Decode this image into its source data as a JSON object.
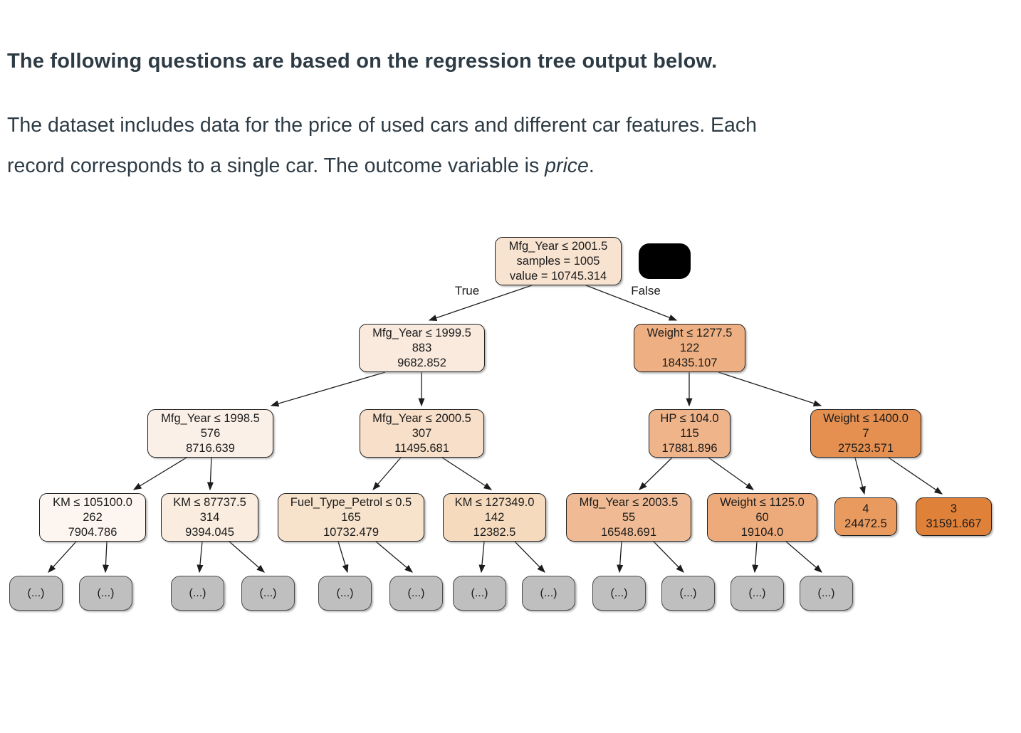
{
  "page": {
    "heading": "The following questions are based on the regression tree output below.",
    "paragraph": {
      "line1": "The dataset includes data for the price of used cars and different car features. Each",
      "line2": "record corresponds to a single car. The outcome variable is ",
      "italic_word": "price",
      "suffix": "."
    }
  },
  "tree": {
    "edge_labels": {
      "true": "True",
      "false": "False"
    },
    "collapsed_label": "(...)",
    "collapsed_count": 12,
    "redacted_box_color": "#000000",
    "nodes": [
      {
        "id": "root",
        "condition": "Mfg_Year ≤ 2001.5",
        "samples": "samples = 1005",
        "value": "value = 10745.314",
        "color": "#f8e3d0",
        "children": [
          "mfg_year_1999_5",
          "weight_1277_5"
        ]
      },
      {
        "id": "mfg_year_1999_5",
        "condition": "Mfg_Year ≤ 1999.5",
        "samples": "883",
        "value": "9682.852",
        "color": "#faeade",
        "children": [
          "mfg_year_1998_5",
          "mfg_year_2000_5"
        ]
      },
      {
        "id": "weight_1277_5",
        "condition": "Weight ≤ 1277.5",
        "samples": "122",
        "value": "18435.107",
        "color": "#eeb083",
        "children": [
          "hp_104_0",
          "weight_1400_0"
        ]
      },
      {
        "id": "mfg_year_1998_5",
        "condition": "Mfg_Year ≤ 1998.5",
        "samples": "576",
        "value": "8716.639",
        "color": "#fbf0e8",
        "children": [
          "km_105100_0",
          "km_87737_5"
        ]
      },
      {
        "id": "mfg_year_2000_5",
        "condition": "Mfg_Year ≤ 2000.5",
        "samples": "307",
        "value": "11495.681",
        "color": "#f7dfc9",
        "children": [
          "fuel_type_petrol_0_5",
          "km_127349_0"
        ]
      },
      {
        "id": "hp_104_0",
        "condition": "HP ≤ 104.0",
        "samples": "115",
        "value": "17881.896",
        "color": "#efb489",
        "children": [
          "mfg_year_2003_5",
          "weight_1125_0"
        ]
      },
      {
        "id": "weight_1400_0",
        "condition": "Weight ≤ 1400.0",
        "samples": "7",
        "value": "27523.571",
        "color": "#e59050",
        "children": [
          "leaf_24472_5",
          "leaf_31591_667"
        ]
      },
      {
        "id": "km_105100_0",
        "condition": "KM ≤ 105100.0",
        "samples": "262",
        "value": "7904.786",
        "color": "#fdf6f0",
        "children": [
          "collapsed",
          "collapsed"
        ]
      },
      {
        "id": "km_87737_5",
        "condition": "KM ≤ 87737.5",
        "samples": "314",
        "value": "9394.045",
        "color": "#faecdf",
        "children": [
          "collapsed",
          "collapsed"
        ]
      },
      {
        "id": "fuel_type_petrol_0_5",
        "condition": "Fuel_Type_Petrol ≤ 0.5",
        "samples": "165",
        "value": "10732.479",
        "color": "#f7e2cc",
        "children": [
          "collapsed",
          "collapsed"
        ]
      },
      {
        "id": "km_127349_0",
        "condition": "KM ≤ 127349.0",
        "samples": "142",
        "value": "12382.5",
        "color": "#f5dabd",
        "children": [
          "collapsed",
          "collapsed"
        ]
      },
      {
        "id": "mfg_year_2003_5",
        "condition": "Mfg_Year ≤ 2003.5",
        "samples": "55",
        "value": "16548.691",
        "color": "#f0bb94",
        "children": [
          "collapsed",
          "collapsed"
        ]
      },
      {
        "id": "weight_1125_0",
        "condition": "Weight ≤ 1125.0",
        "samples": "60",
        "value": "19104.0",
        "color": "#edab7b",
        "children": [
          "collapsed",
          "collapsed"
        ]
      },
      {
        "id": "leaf_24472_5",
        "samples": "4",
        "value": "24472.5",
        "color": "#e89a5f",
        "children": []
      },
      {
        "id": "leaf_31591_667",
        "samples": "3",
        "value": "31591.667",
        "color": "#e08139",
        "children": []
      }
    ]
  }
}
